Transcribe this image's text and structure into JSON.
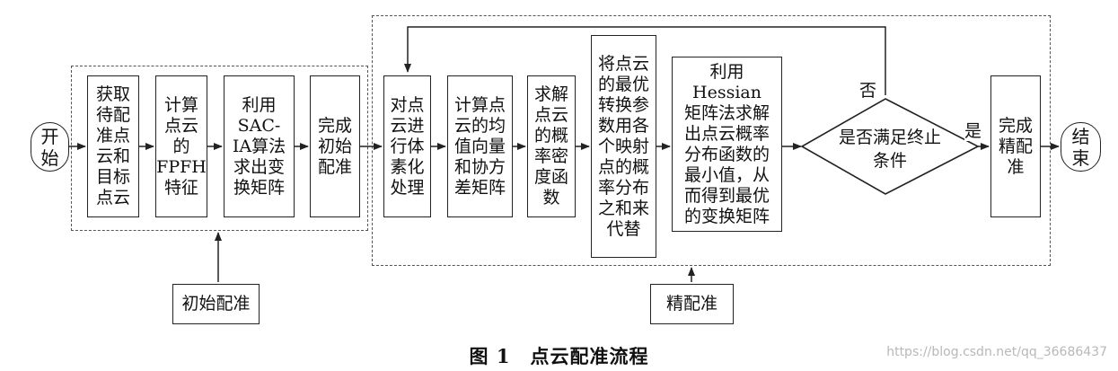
{
  "nodes": {
    "start": "开\n始",
    "acquire": "获取\n待配\n准点\n云和\n目标\n点云",
    "fpfh": "计算\n点云\n的\nFPFH\n特征",
    "sac_ia": "利用\nSAC-\nIA算法\n求出变\n换矩阵",
    "coarse_done": "完成\n初始\n配准",
    "voxel": "对点\n云进\n行体\n素化\n处理",
    "mean_cov": "计算点\n云的均\n值向量\n和协方\n差矩阵",
    "pdf": "求解\n点云\n的概\n率密\n度函\n数",
    "replace": "将点云\n的最优\n转换参\n数用各\n个映射\n点的概\n率分布\n之和来\n代替",
    "hessian": "利用Hessian\n矩阵法求解\n出点云概率\n分布函数的\n最小值，从\n而得到最优\n的变换矩阵",
    "condition": "是否满足终止\n条件",
    "fine_done": "完成\n精配\n准",
    "end": "结\n束"
  },
  "edges": {
    "no": "否",
    "yes": "是"
  },
  "groups": {
    "coarse": "初始配准",
    "fine": "精配准"
  },
  "caption": "图 1　点云配准流程",
  "watermark": "https://blog.csdn.net/qq_36686437"
}
